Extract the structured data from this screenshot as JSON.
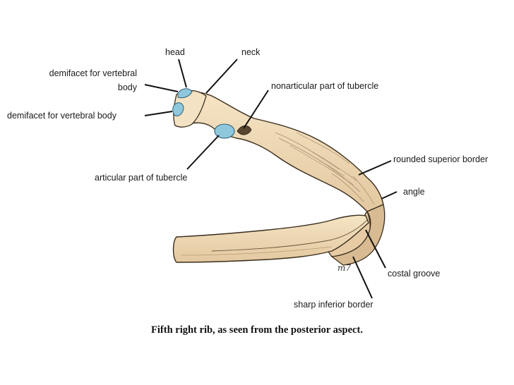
{
  "labels": {
    "head": "head",
    "neck": "neck",
    "demifacet_vertebral_body_upper_line1": "demifacet for vertebral",
    "demifacet_vertebral_body_upper_line2": "body",
    "nonarticular_tubercle": "nonarticular part of tubercle",
    "demifacet_vertebral_body_lower": "demifacet for vertebral body",
    "articular_tubercle": "articular part of tubercle",
    "rounded_superior_border": "rounded superior border",
    "angle": "angle",
    "costal_groove": "costal groove",
    "sharp_inferior_border": "sharp inferior border",
    "artist_signature": "m7"
  },
  "caption": "Fifth right rib, as seen from the posterior aspect.",
  "colors": {
    "bone_fill": "#f1dcb8",
    "bone_shadow": "#dcc09a",
    "bone_outline": "#3a2d1c",
    "articular_facet": "#8fc7dd",
    "leader_line": "#111111"
  }
}
